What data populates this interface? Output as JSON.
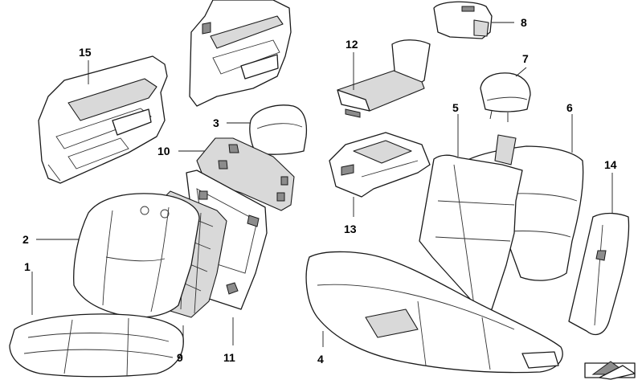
{
  "callouts": [
    {
      "id": "1",
      "label": "1"
    },
    {
      "id": "2",
      "label": "2"
    },
    {
      "id": "3",
      "label": "3"
    },
    {
      "id": "4",
      "label": "4"
    },
    {
      "id": "5",
      "label": "5"
    },
    {
      "id": "6",
      "label": "6"
    },
    {
      "id": "7",
      "label": "7"
    },
    {
      "id": "8",
      "label": "8"
    },
    {
      "id": "9",
      "label": "9"
    },
    {
      "id": "10",
      "label": "10"
    },
    {
      "id": "11",
      "label": "11"
    },
    {
      "id": "12",
      "label": "12"
    },
    {
      "id": "13",
      "label": "13"
    },
    {
      "id": "14",
      "label": "14"
    },
    {
      "id": "15",
      "label": "15"
    }
  ],
  "colors": {
    "line": "#1a1a1a",
    "fill": "#ffffff",
    "shade": "#d9d9d9",
    "dark": "#8c8c8c"
  },
  "icons": {
    "corner_badge": "arrow-badge-icon"
  }
}
